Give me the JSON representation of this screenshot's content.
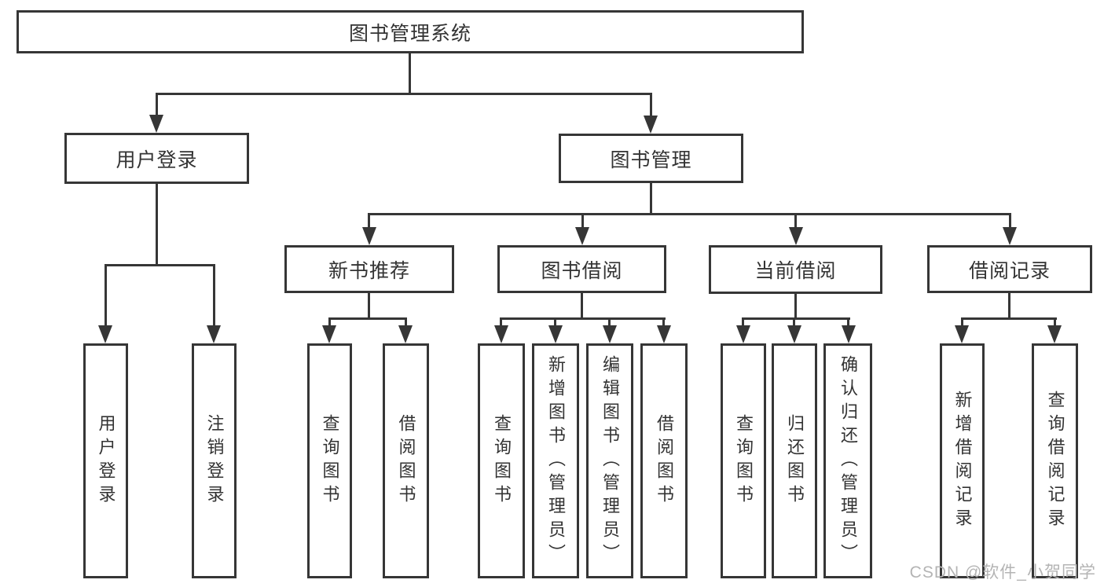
{
  "tree": {
    "label": "图书管理系统",
    "children": [
      {
        "label": "用户登录",
        "children": [
          {
            "label": "用户登录"
          },
          {
            "label": "注销登录"
          }
        ]
      },
      {
        "label": "图书管理",
        "children": [
          {
            "label": "新书推荐",
            "children": [
              {
                "label": "查询图书"
              },
              {
                "label": "借阅图书"
              }
            ]
          },
          {
            "label": "图书借阅",
            "children": [
              {
                "label": "查询图书"
              },
              {
                "label": "新增图书（管理员）"
              },
              {
                "label": "编辑图书（管理员）"
              },
              {
                "label": "借阅图书"
              }
            ]
          },
          {
            "label": "当前借阅",
            "children": [
              {
                "label": "查询图书"
              },
              {
                "label": "归还图书"
              },
              {
                "label": "确认归还（管理员）"
              }
            ]
          },
          {
            "label": "借阅记录",
            "children": [
              {
                "label": "新增借阅记录"
              },
              {
                "label": "查询借阅记录"
              }
            ]
          }
        ]
      }
    ]
  },
  "watermark": {
    "text": "CSDN @软件_小贺同学"
  },
  "colors": {
    "line": "#363636",
    "box_border": "#363636",
    "text": "#333333",
    "watermark": "#b4b4b4",
    "background": "#ffffff"
  }
}
